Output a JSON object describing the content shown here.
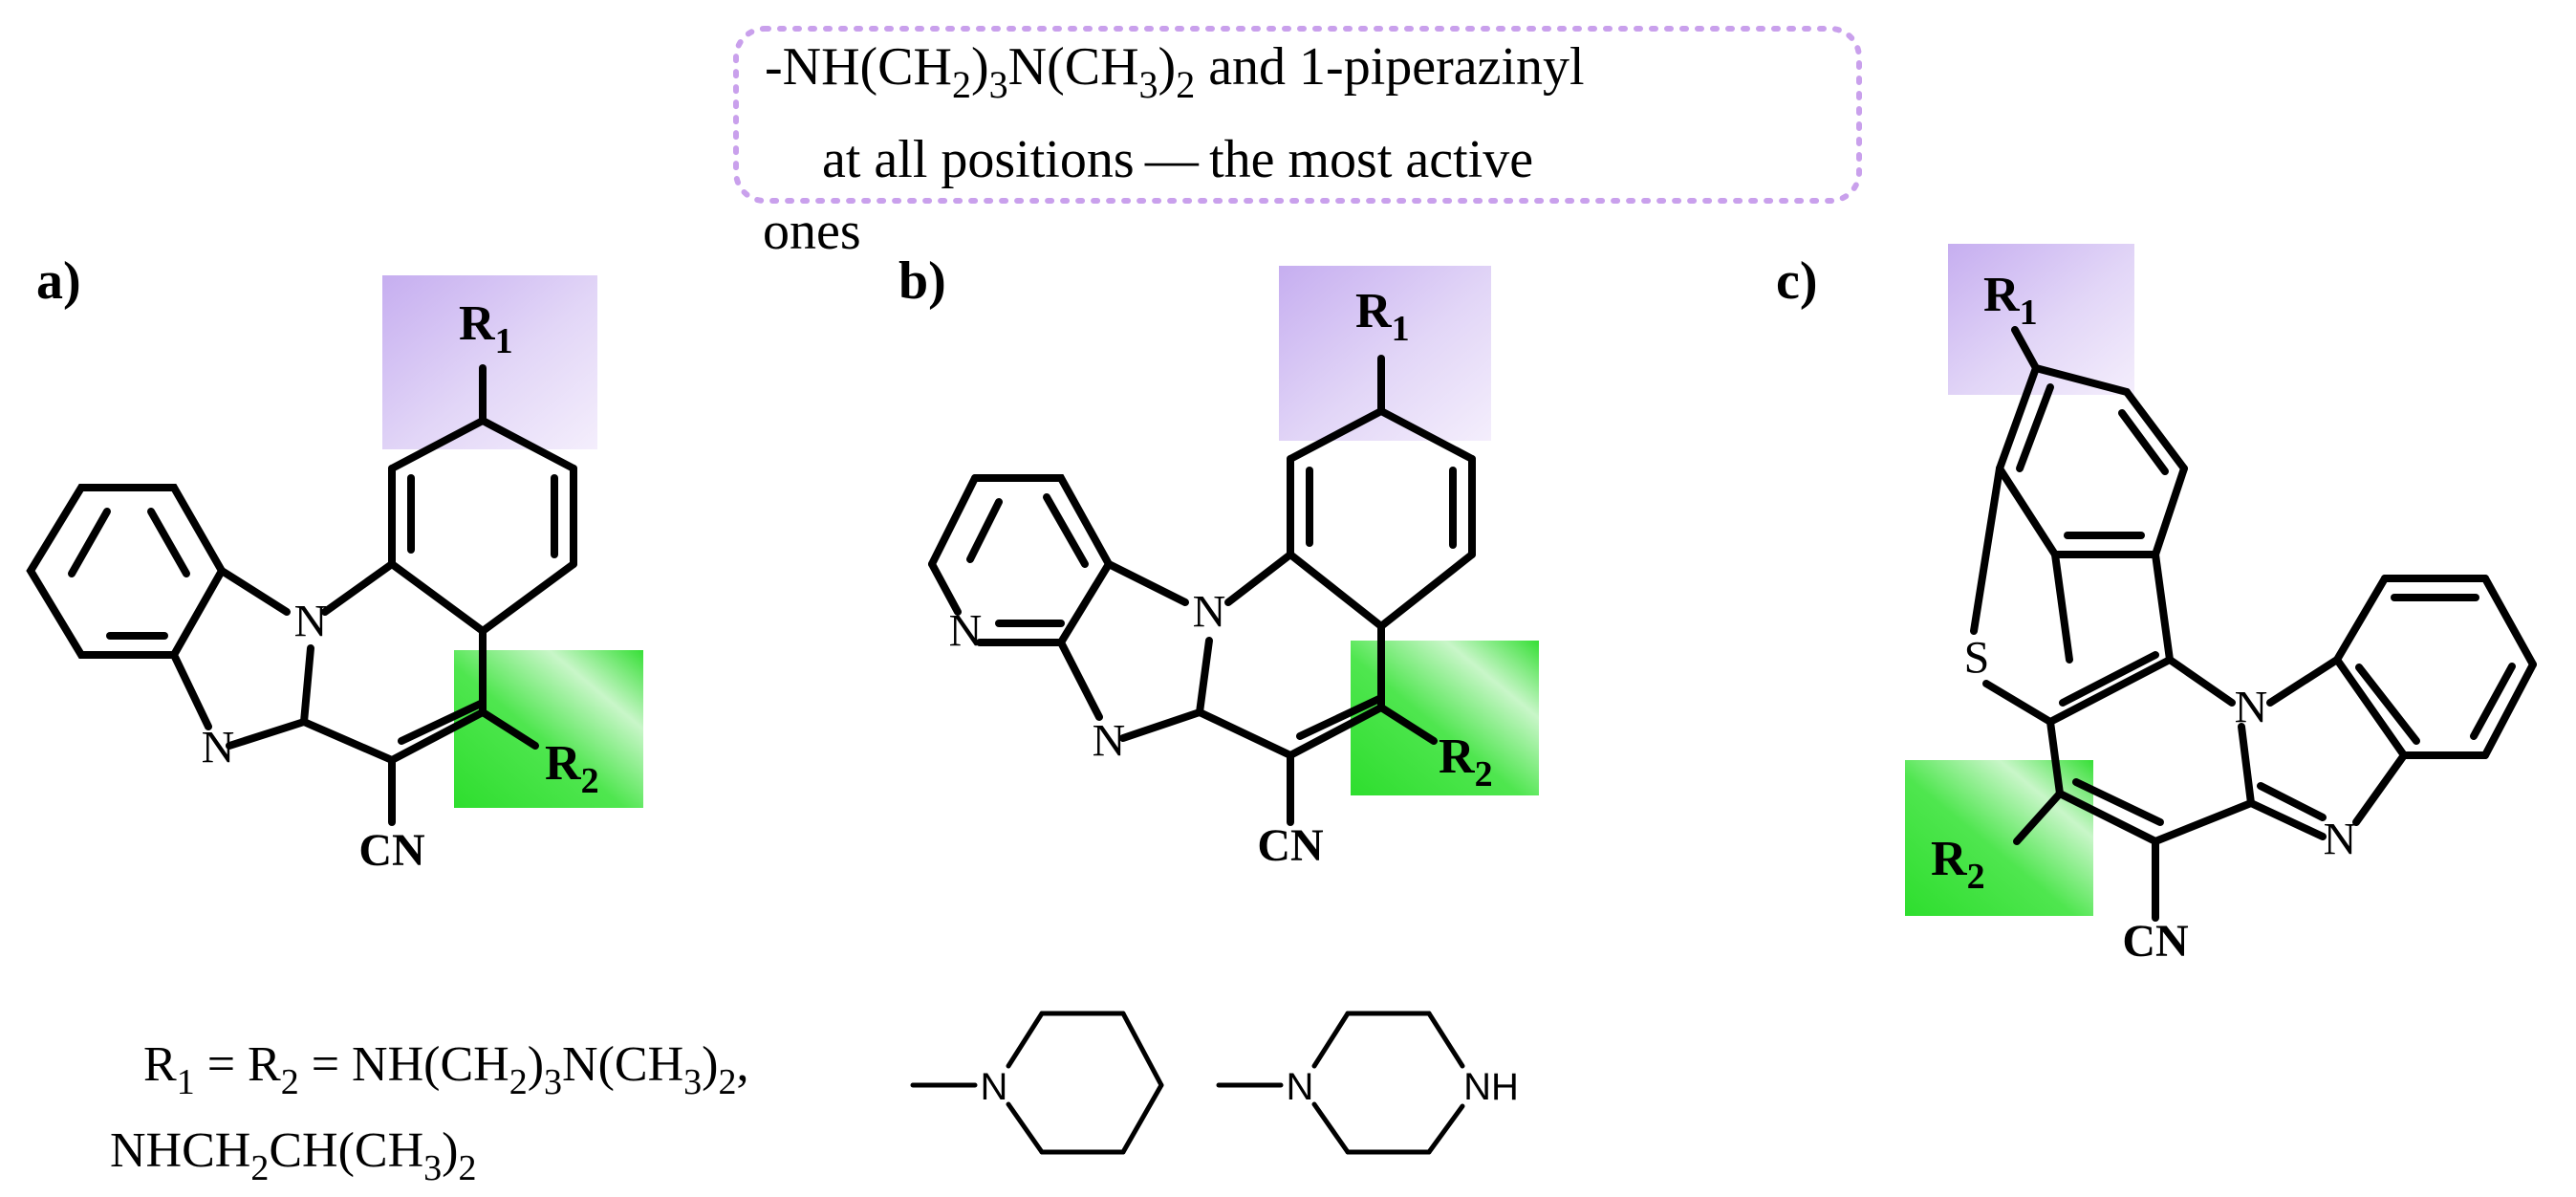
{
  "note": {
    "text_parts": {
      "p1": "-NH(CH",
      "s1": "2",
      "p2": ")",
      "s2": "3",
      "p3": "N(CH",
      "s3": "3",
      "p4": ")",
      "s4": "2",
      "p5": " and 1-piperazinyl"
    },
    "line2": "at all positions — the most active",
    "line3": "ones"
  },
  "panels": {
    "a": {
      "label": "a)",
      "N1": "N",
      "N2": "N",
      "R1": "R",
      "R1_sub": "1",
      "R2": "R",
      "R2_sub": "2",
      "CN": "CN"
    },
    "b": {
      "label": "b)",
      "N1": "N",
      "N2": "N",
      "N3": "N",
      "R1": "R",
      "R1_sub": "1",
      "R2": "R",
      "R2_sub": "2",
      "CN": "CN"
    },
    "c": {
      "label": "c)",
      "S": "S",
      "N1": "N",
      "N2": "N",
      "R1": "R",
      "R1_sub": "1",
      "R2": "R",
      "R2_sub": "2",
      "CN": "CN"
    }
  },
  "substituents": {
    "line1_parts": {
      "p1": "R",
      "s1": "1",
      "p2": " = R",
      "s2": "2",
      "p3": " = NH(CH",
      "s3": "2",
      "p4": ")",
      "s4": "3",
      "p5": "N(CH",
      "s5": "3",
      "p6": ")",
      "s6": "2",
      "p7": ","
    },
    "line2_parts": {
      "p1": "NHCH",
      "s1": "2",
      "p2": "CH(CH",
      "s2": "3",
      "p3": ")",
      "s3": "2"
    },
    "piperidine_N": "N",
    "piperazine_N": "N",
    "piperazine_NH": "NH"
  },
  "colors": {
    "r1_box": "#c8b2ee",
    "r2_box": "#2bdb2b",
    "note_border": "#c9a0ec"
  }
}
